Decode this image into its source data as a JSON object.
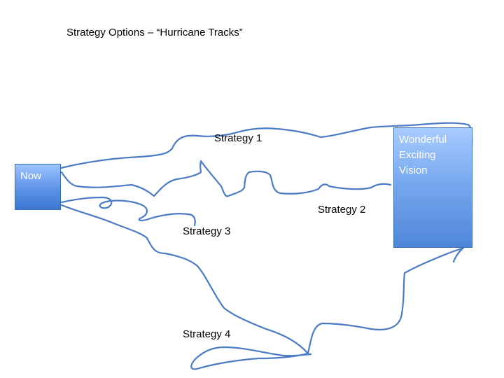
{
  "title": "Strategy Options – “Hurricane Tracks”",
  "nodes": {
    "now": {
      "label": "Now"
    },
    "vision": {
      "lines": [
        "Wonderful",
        "Exciting",
        "Vision"
      ]
    }
  },
  "strategies": [
    {
      "label": "Strategy 1"
    },
    {
      "label": "Strategy 2"
    },
    {
      "label": "Strategy 3"
    },
    {
      "label": "Strategy 4"
    }
  ],
  "colors": {
    "track_stroke": "#4a7bc4",
    "box_fill": "#5d93e6",
    "box_border": "#3a6fb5",
    "box_text": "#ffffff"
  }
}
